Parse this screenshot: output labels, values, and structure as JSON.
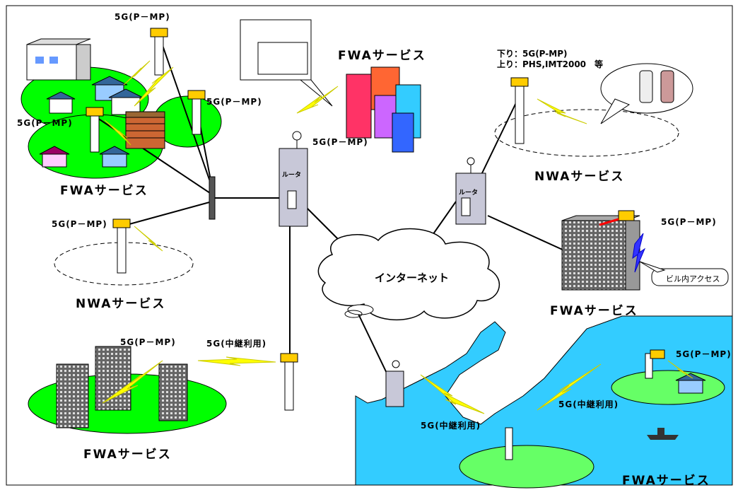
{
  "labels": {
    "p2mp_top": "5G(P－MP)",
    "p2mp_right_tl": "5G(P－MP)",
    "p2mp_left_tl": "5G(P－MP)",
    "p2mp_router": "5G(P－MP)",
    "p2mp_nwa_left": "5G(P－MP)",
    "p2mp_office": "5G(P－MP)",
    "p2mp_building": "5G(P－MP)",
    "p2mp_island": "5G(P－MP)",
    "relay_left": "5G(中継利用)",
    "relay_sea_left": "5G(中継利用)",
    "relay_sea_right": "5G(中継利用)",
    "downlink": "下り：5G(P-MP)",
    "uplink": "上り：PHS,IMT2000　等",
    "fwa_top_left": "FWAサービス",
    "fwa_top_center": "FWAサービス",
    "fwa_bottom_left": "FWAサービス",
    "fwa_building": "FWAサービス",
    "fwa_sea": "FWAサービス",
    "nwa_left": "NWAサービス",
    "nwa_right": "NWAサービス",
    "internet": "インターネット",
    "indoor_access": "ビル内アクセス",
    "router": "ルータ"
  },
  "colors": {
    "green": "#00ff00",
    "sea": "#33ccff",
    "antenna": "#ffcc00",
    "bolt": "#ffff00",
    "building": "#c8c8d8"
  }
}
